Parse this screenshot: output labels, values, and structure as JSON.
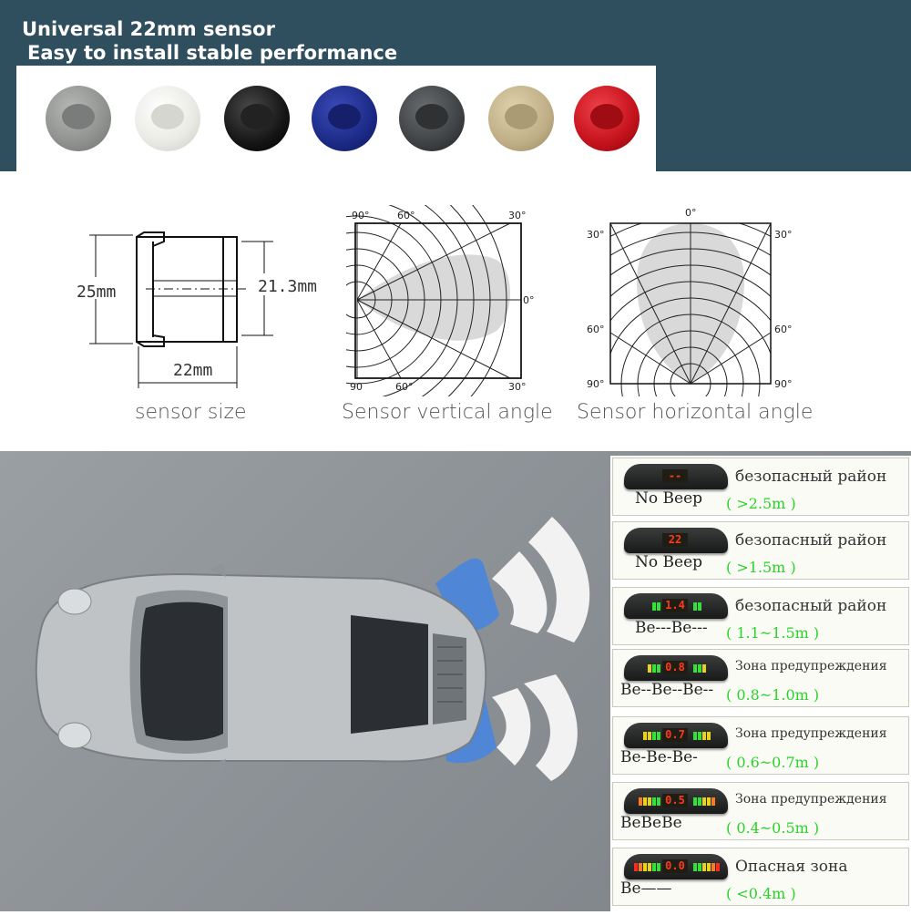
{
  "header": {
    "line1": "Universal 22mm sensor",
    "line2": "Easy to install stable performance"
  },
  "sensor_colors": [
    {
      "name": "silver-sensor",
      "color": "#8f918f",
      "face": "#7a7c7b"
    },
    {
      "name": "white-sensor",
      "color": "#e9e9e4",
      "face": "#d6d6d0"
    },
    {
      "name": "black-sensor",
      "color": "#151515",
      "face": "#222222"
    },
    {
      "name": "blue-sensor",
      "color": "#1c2a86",
      "face": "#16206a"
    },
    {
      "name": "grey-sensor",
      "color": "#3f4244",
      "face": "#2f3133"
    },
    {
      "name": "beige-sensor",
      "color": "#bfae86",
      "face": "#ab9b74"
    },
    {
      "name": "red-sensor",
      "color": "#c4121c",
      "face": "#9f0c14"
    }
  ],
  "size_diagram": {
    "height": "25mm",
    "inner": "21.3mm",
    "width": "22mm",
    "caption": "sensor size"
  },
  "vertical_diagram": {
    "labels": [
      "90°",
      "60°",
      "30°",
      "0°",
      "90",
      "60°",
      "30°"
    ],
    "caption": "Sensor vertical angle"
  },
  "horizontal_diagram": {
    "labels": [
      "0°",
      "30°",
      "30°",
      "60°",
      "60°",
      "90°",
      "90°"
    ],
    "caption": "Sensor horizontal angle"
  },
  "zones": [
    {
      "display": "--",
      "zone": "безопасный район",
      "beep": "No Beep",
      "range": "( >2.5m )"
    },
    {
      "display": "22",
      "zone": "безопасный район",
      "beep": "No Beep",
      "range": "( >1.5m )"
    },
    {
      "display": "1.4",
      "zone": "безопасный район",
      "beep": "Be---Be---",
      "range": "( 1.1~1.5m )"
    },
    {
      "display": "0.8",
      "zone": "Зона предупреждения",
      "beep": "Be--Be--Be--",
      "range": "( 0.8~1.0m )"
    },
    {
      "display": "0.7",
      "zone": "Зона предупреждения",
      "beep": "Be-Be-Be-",
      "range": "( 0.6~0.7m )"
    },
    {
      "display": "0.5",
      "zone": "Зона предупреждения",
      "beep": "BeBeBe",
      "range": "( 0.4~0.5m )"
    },
    {
      "display": "0.0",
      "zone": "Опасная зона",
      "beep": "Be——",
      "range": "( <0.4m )"
    }
  ]
}
